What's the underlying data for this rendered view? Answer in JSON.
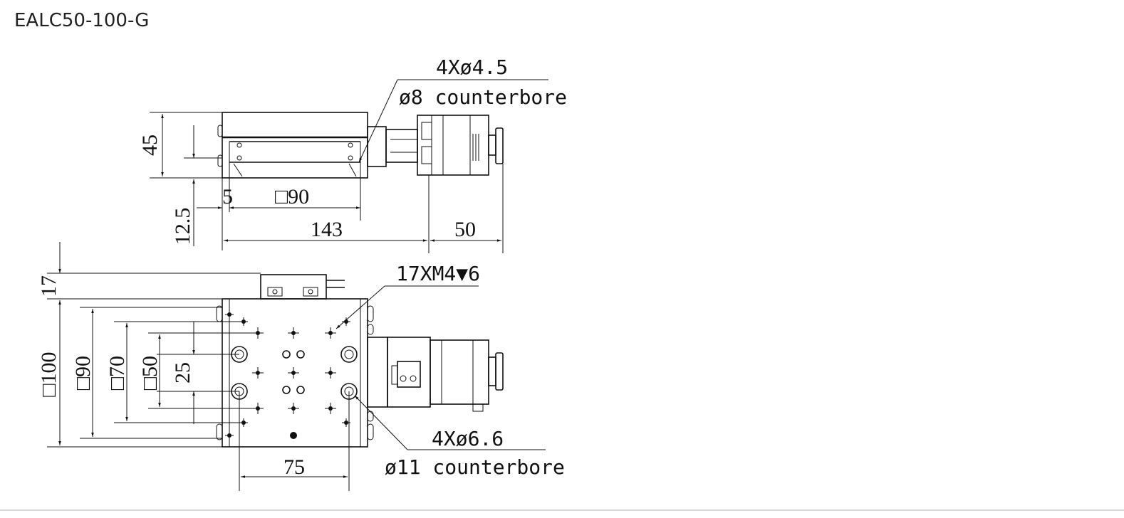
{
  "title": "EALC50-100-G",
  "top_view": {
    "callout_holes_line1": "4Xø4.5",
    "callout_holes_line2": "ø8 counterbore",
    "dim_height": "45",
    "dim_base": "12.5",
    "dim_offset": "5",
    "dim_square": "□90",
    "dim_length": "143",
    "dim_motor": "50"
  },
  "plan_view": {
    "callout_threads": "17XM4▼6",
    "callout_holes_line1": "4Xø6.6",
    "callout_holes_line2": "ø11 counterbore",
    "dim_top": "17",
    "dim_sq100": "□100",
    "dim_sq90": "□90",
    "dim_sq70": "□70",
    "dim_sq50": "□50",
    "dim_25": "25",
    "dim_75": "75"
  }
}
